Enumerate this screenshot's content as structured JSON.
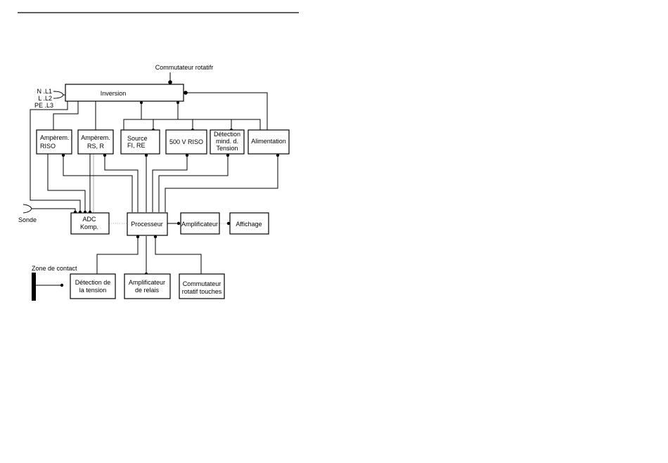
{
  "blocks": {
    "inversion": "Inversion",
    "amperem_riso": [
      "Ampèrem.",
      "RISO"
    ],
    "amperem_rs": [
      "Ampèrem.",
      "RS, R"
    ],
    "source": [
      "Source",
      "FI, RE"
    ],
    "v500_riso": "500 V RISO",
    "detection_tension_mind": [
      "Détection",
      "mind. d.",
      "Tension"
    ],
    "alimentation": "Alimentation",
    "adc": [
      "ADC",
      "Komp."
    ],
    "processeur": "Processeur",
    "amplificateur": "Amplificateur",
    "affichage": "Affichage",
    "detection_tension": [
      "Détection de",
      "la tension"
    ],
    "amplificateur_relais": [
      "Amplificateur",
      "de relais"
    ],
    "commutateur_touches": [
      "Commutateur",
      "rotatif touches"
    ]
  },
  "labels": {
    "commutateur_rotatif": "Commutateur rotatifr",
    "inputs": [
      "N .L1",
      "L .L2",
      "PE .L3"
    ],
    "sonde": "Sonde",
    "zone_contact": "Zone de contact"
  }
}
